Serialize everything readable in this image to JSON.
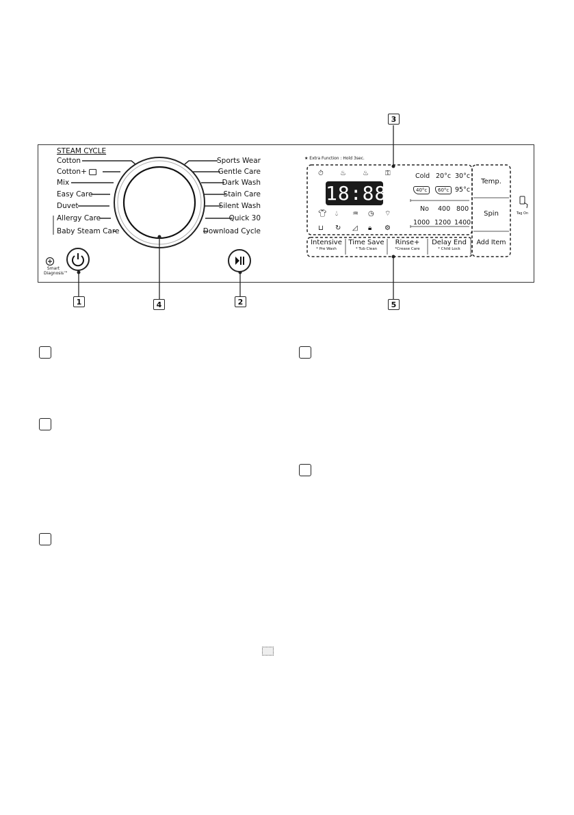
{
  "callouts": [
    "1",
    "2",
    "3",
    "4",
    "5"
  ],
  "dial": {
    "heading": "STEAM CYCLE",
    "left_programs": [
      "Cotton",
      "Cotton+",
      "Mix",
      "Easy Care",
      "Duvet",
      "Allergy Care",
      "Baby Steam Care"
    ],
    "right_programs": [
      "Sports Wear",
      "Gentle Care",
      "Dark Wash",
      "Stain Care",
      "Silent Wash",
      "Quick 30",
      "Download Cycle"
    ]
  },
  "smart_diagnosis": {
    "line1": "Smart",
    "line2": "Diagnosis™"
  },
  "extra_function": "★ Extra Function : Hold 3sec.",
  "display": {
    "time": "18:88"
  },
  "temperature": {
    "row1": [
      "Cold",
      "20°c",
      "30°c"
    ],
    "row2": [
      "40°c",
      "60°c",
      "95°c"
    ]
  },
  "spin_speeds": {
    "row1": [
      "No",
      "400",
      "800"
    ],
    "row2": [
      "1000",
      "1200",
      "1400"
    ]
  },
  "side_buttons": {
    "temp": "Temp.",
    "spin": "Spin",
    "add_item": "Add Item"
  },
  "tag_on": "Tag On",
  "option_buttons": [
    {
      "label": "Intensive",
      "sub": "* Pre Wash"
    },
    {
      "label": "Time Save",
      "sub": "* Tub Clean"
    },
    {
      "label": "Rinse+",
      "sub": "*Crease Care"
    },
    {
      "label": "Delay End",
      "sub": "* Child Lock"
    }
  ],
  "icons": {
    "top_row": [
      "stopwatch-icon",
      "shirt-steam-icon",
      "shirt-steam-icon",
      "lock-icon"
    ],
    "mid_row": [
      "shirt-icon",
      "drop-icon",
      "tub-icon",
      "clock-icon",
      "wifi-icon"
    ],
    "bottom_row": [
      "tub-icon",
      "spin-icon",
      "iron-icon",
      "lock-icon",
      "settings-icon"
    ]
  }
}
